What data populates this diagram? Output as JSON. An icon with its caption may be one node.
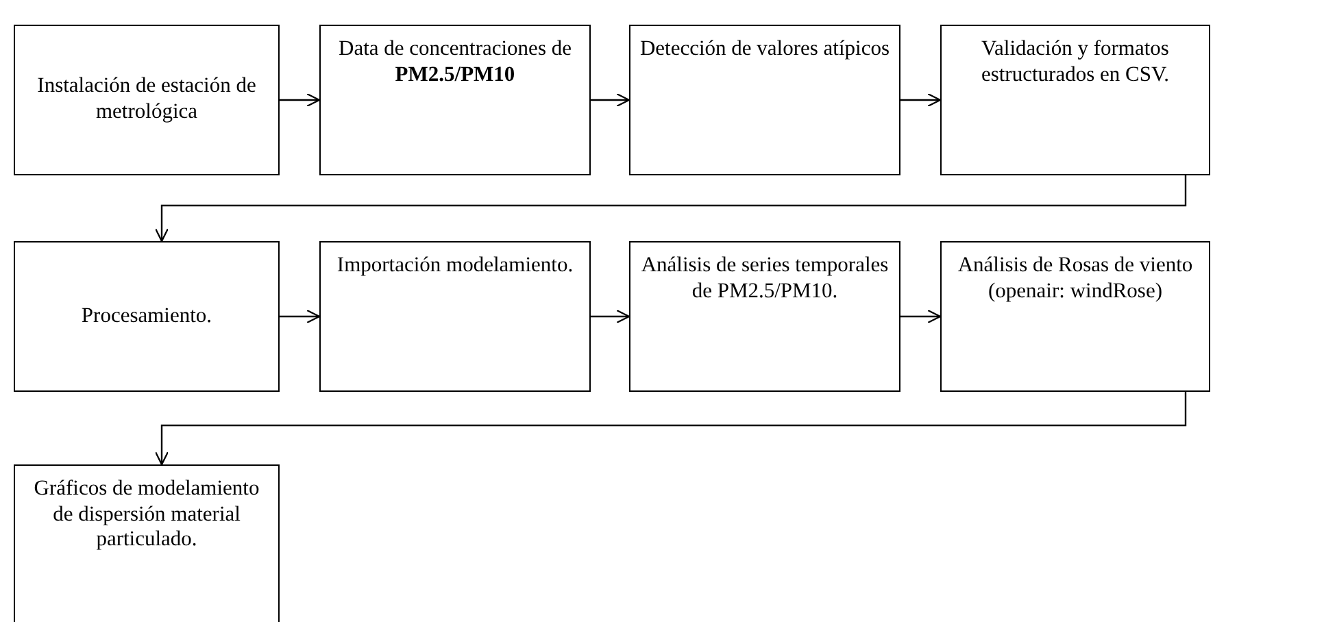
{
  "diagram": {
    "nodes": [
      {
        "text": [
          "Instalación de estación de metrológica"
        ]
      },
      {
        "text": [
          "Data de concentraciones de **PM2.5/PM10**"
        ]
      },
      {
        "text": [
          "Detección de valores atípicos"
        ]
      },
      {
        "text": [
          "Validación y formatos estructurados en CSV."
        ]
      },
      {
        "text": [
          "Procesamiento."
        ]
      },
      {
        "text": [
          "Importación modelamiento."
        ]
      },
      {
        "text": [
          "Análisis de  series temporales de PM2.5/PM10."
        ]
      },
      {
        "text": [
          "Análisis de Rosas de viento (openair: windRose)"
        ]
      },
      {
        "text": [
          "Gráficos de modelamiento de dispersión material particulado."
        ]
      }
    ],
    "edges": [
      {
        "from": 0,
        "to": 1,
        "arrow": "to"
      },
      {
        "from": 1,
        "to": 2,
        "arrow": "to"
      },
      {
        "from": 2,
        "to": 3,
        "arrow": "to"
      },
      {
        "from": 3,
        "to": 4,
        "arrow": "to"
      },
      {
        "from": 4,
        "to": 5,
        "arrow": "to"
      },
      {
        "from": 5,
        "to": 6,
        "arrow": "to"
      },
      {
        "from": 6,
        "to": 7,
        "arrow": "to"
      },
      {
        "from": 7,
        "to": 8,
        "arrow": "to"
      }
    ]
  }
}
